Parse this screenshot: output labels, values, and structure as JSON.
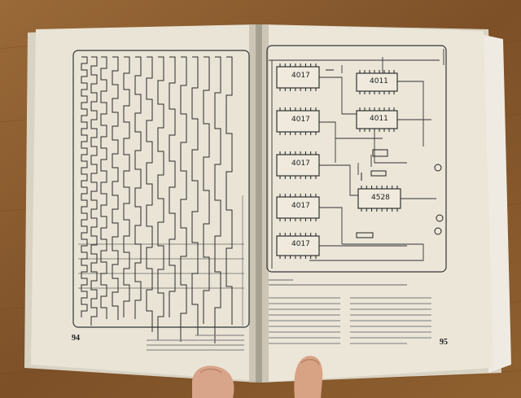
{
  "photo": {
    "subject": "open-book",
    "background_color": "#8a5a2e",
    "page_color": "#e8e2d4"
  },
  "left_page": {
    "page_number": "94"
  },
  "right_page": {
    "page_number": "95",
    "schematic": {
      "ic_labels": [
        "4017",
        "4017",
        "4017",
        "4017",
        "4017",
        "4011",
        "4011",
        "4528"
      ]
    }
  },
  "icons": [
    "thumb-icon",
    "finger-icon"
  ]
}
